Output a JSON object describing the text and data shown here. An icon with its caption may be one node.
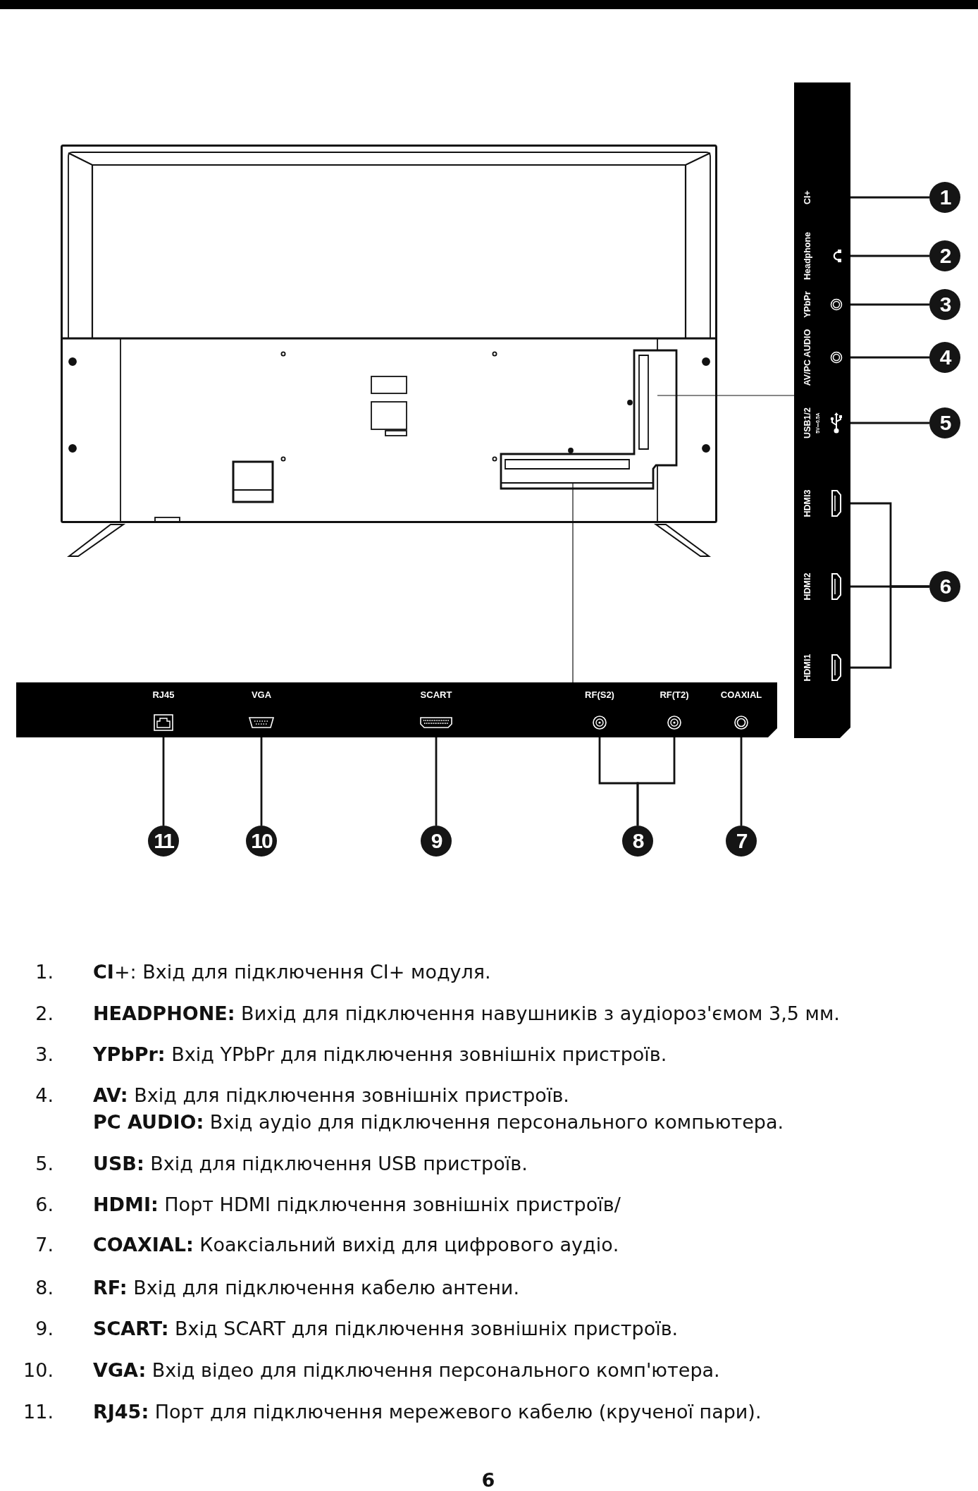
{
  "diagram": {
    "nodes": [
      {
        "text": [],
        "shape": "picture"
      },
      {
        "text": [],
        "shape": "box"
      },
      {
        "text": [
          "CI+"
        ],
        "in": 1
      },
      {
        "text": [
          "Headphone"
        ],
        "in": 1
      },
      {
        "text": [
          "YPbPr"
        ],
        "in": 1
      },
      {
        "text": [
          "AV/PC AUDIO"
        ],
        "in": 1
      },
      {
        "text": [
          "USB1/2",
          "5V⎓0.5A"
        ],
        "in": 1
      },
      {
        "text": [
          "HDMI3"
        ],
        "in": 1
      },
      {
        "text": [
          "HDMI2"
        ],
        "in": 1
      },
      {
        "text": [
          "HDMI1"
        ],
        "in": 1
      },
      {
        "text": [
          "1"
        ]
      },
      {
        "text": [
          "2"
        ]
      },
      {
        "text": [
          "3"
        ]
      },
      {
        "text": [
          "4"
        ]
      },
      {
        "text": [
          "5"
        ]
      },
      {
        "text": [
          "6"
        ]
      },
      {
        "text": [],
        "shape": "box"
      },
      {
        "text": [
          "RJ45"
        ],
        "in": 16
      },
      {
        "text": [
          "VGA"
        ],
        "in": 16
      },
      {
        "text": [
          "SCART"
        ],
        "in": 16
      },
      {
        "text": [
          "RF(S2)"
        ],
        "in": 16
      },
      {
        "text": [
          "RF(T2)"
        ],
        "in": 16
      },
      {
        "text": [
          "COAXIAL"
        ],
        "in": 16
      },
      {
        "text": [
          "11"
        ]
      },
      {
        "text": [
          "10"
        ]
      },
      {
        "text": [
          "9"
        ]
      },
      {
        "text": [
          "8"
        ]
      },
      {
        "text": [
          "7"
        ]
      }
    ],
    "edges": [
      {
        "from": 0,
        "to": 1,
        "arrow": "none"
      },
      {
        "from": 0,
        "to": 16,
        "arrow": "none"
      },
      {
        "from": 10,
        "to": 2,
        "arrow": "none"
      },
      {
        "from": 11,
        "to": 3,
        "arrow": "none"
      },
      {
        "from": 12,
        "to": 4,
        "arrow": "none"
      },
      {
        "from": 13,
        "to": 5,
        "arrow": "none"
      },
      {
        "from": 14,
        "to": 6,
        "arrow": "none"
      },
      {
        "from": 15,
        "to": 7,
        "arrow": "none"
      },
      {
        "from": 15,
        "to": 8,
        "arrow": "none"
      },
      {
        "from": 15,
        "to": 9,
        "arrow": "none"
      },
      {
        "from": 23,
        "to": 17,
        "arrow": "none"
      },
      {
        "from": 24,
        "to": 18,
        "arrow": "none"
      },
      {
        "from": 25,
        "to": 19,
        "arrow": "none"
      },
      {
        "from": 26,
        "to": 20,
        "arrow": "none"
      },
      {
        "from": 26,
        "to": 21,
        "arrow": "none"
      },
      {
        "from": 27,
        "to": 22,
        "arrow": "none"
      }
    ],
    "labels": [
      "1.",
      "**CI**+: Вхід для підключення CI+ модуля.",
      "2.",
      "**HEADPHONE:** Вихід для підключення навушників з аудіороз'ємом 3,5 мм.",
      "3.",
      "**YPbPr:** Вхід YPbPr для підключення зовнішніх пристроїв.",
      "4.",
      "**AV:** Вхід для підключення зовнішніх пристроїв.",
      "**PC AUDIO:** Вхід аудіо для підключення персонального компьютера.",
      "5.",
      "**USB:** Вхід для підключення USB пристроїв.",
      "6.",
      "**HDMI:** Порт HDMI підключення зовнішніх пристроїв/",
      "7.",
      "**COAXIAL:** Коаксіальний вихід для цифрового аудіо.",
      "8.",
      "**RF:** Вхід для підключення кабелю антени.",
      "9.",
      "**SCART:** Вхід SCART для підключення зовнішніх пристроїв.",
      "10.",
      "**VGA:** Вхід відео для підключення персонального комп'ютера.",
      "11.",
      "**RJ45:** Порт для підключення мережевого кабелю (крученої пари).",
      "6"
    ]
  }
}
